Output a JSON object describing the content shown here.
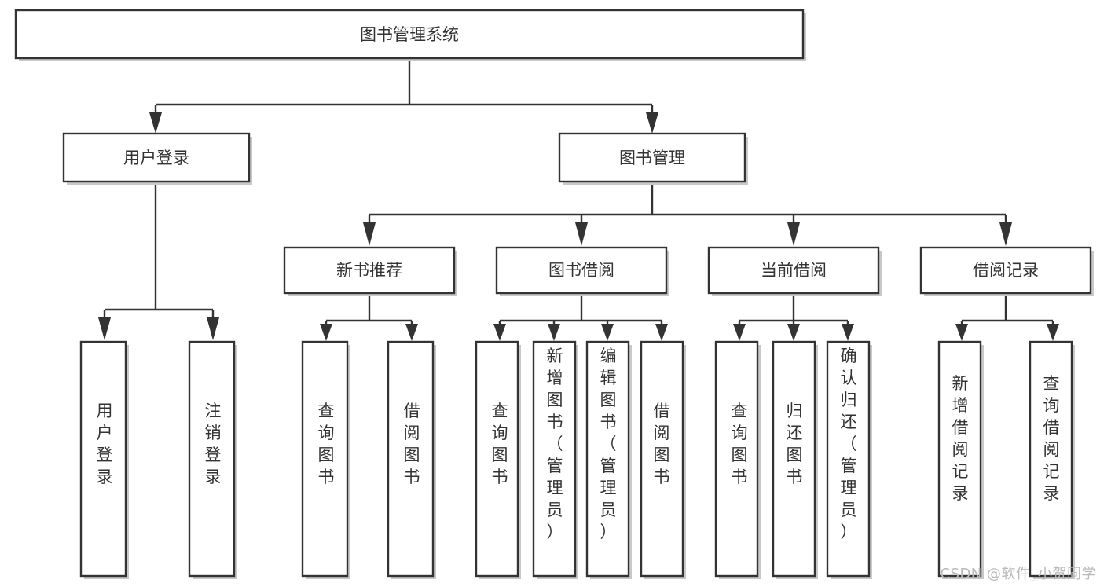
{
  "diagram": {
    "type": "tree",
    "title": "图书管理系统",
    "watermark": "CSDN @软件_小贺同学",
    "root": {
      "id": "root",
      "label": "图书管理系统",
      "orientation": "horizontal"
    },
    "level2": [
      {
        "id": "user-login",
        "label": "用户登录",
        "orientation": "horizontal"
      },
      {
        "id": "book-manage",
        "label": "图书管理",
        "orientation": "horizontal"
      }
    ],
    "level3": [
      {
        "id": "new-book-recommend",
        "label": "新书推荐",
        "orientation": "horizontal",
        "parent": "book-manage"
      },
      {
        "id": "book-borrow",
        "label": "图书借阅",
        "orientation": "horizontal",
        "parent": "book-manage"
      },
      {
        "id": "current-borrow",
        "label": "当前借阅",
        "orientation": "horizontal",
        "parent": "book-manage"
      },
      {
        "id": "borrow-record",
        "label": "借阅记录",
        "orientation": "horizontal",
        "parent": "book-manage"
      }
    ],
    "leaves": [
      {
        "id": "leaf-user-login",
        "parent": "user-login",
        "orientation": "vertical",
        "lines": [
          "用",
          "户",
          "登",
          "录"
        ],
        "label": "用户登录"
      },
      {
        "id": "leaf-user-logout",
        "parent": "user-login",
        "orientation": "vertical",
        "lines": [
          "注",
          "销",
          "登",
          "录"
        ],
        "label": "注销登录"
      },
      {
        "id": "leaf-recommend-query",
        "parent": "new-book-recommend",
        "orientation": "vertical",
        "lines": [
          "查",
          "询",
          "图",
          "书"
        ],
        "label": "查询图书"
      },
      {
        "id": "leaf-recommend-borrow",
        "parent": "new-book-recommend",
        "orientation": "vertical",
        "lines": [
          "借",
          "阅",
          "图",
          "书"
        ],
        "label": "借阅图书"
      },
      {
        "id": "leaf-borrow-query",
        "parent": "book-borrow",
        "orientation": "vertical",
        "lines": [
          "查",
          "询",
          "图",
          "书"
        ],
        "label": "查询图书"
      },
      {
        "id": "leaf-borrow-add",
        "parent": "book-borrow",
        "orientation": "vertical",
        "lines": [
          "新",
          "增",
          "图",
          "书",
          "（",
          "管",
          "理",
          "员",
          "）"
        ],
        "label": "新增图书（管理员）"
      },
      {
        "id": "leaf-borrow-edit",
        "parent": "book-borrow",
        "orientation": "vertical",
        "lines": [
          "编",
          "辑",
          "图",
          "书",
          "（",
          "管",
          "理",
          "员",
          "）"
        ],
        "label": "编辑图书（管理员）"
      },
      {
        "id": "leaf-borrow-lend",
        "parent": "book-borrow",
        "orientation": "vertical",
        "lines": [
          "借",
          "阅",
          "图",
          "书"
        ],
        "label": "借阅图书"
      },
      {
        "id": "leaf-current-query",
        "parent": "current-borrow",
        "orientation": "vertical",
        "lines": [
          "查",
          "询",
          "图",
          "书"
        ],
        "label": "查询图书"
      },
      {
        "id": "leaf-current-return",
        "parent": "current-borrow",
        "orientation": "vertical",
        "lines": [
          "归",
          "还",
          "图",
          "书"
        ],
        "label": "归还图书"
      },
      {
        "id": "leaf-current-confirm",
        "parent": "current-borrow",
        "orientation": "vertical",
        "lines": [
          "确",
          "认",
          "归",
          "还",
          "（",
          "管",
          "理",
          "员",
          "）"
        ],
        "label": "确认归还（管理员）"
      },
      {
        "id": "leaf-record-add",
        "parent": "borrow-record",
        "orientation": "vertical",
        "lines": [
          "新",
          "增",
          "借",
          "阅",
          "记",
          "录"
        ],
        "label": "新增借阅记录"
      },
      {
        "id": "leaf-record-query",
        "parent": "borrow-record",
        "orientation": "vertical",
        "lines": [
          "查",
          "询",
          "借",
          "阅",
          "记",
          "录"
        ],
        "label": "查询借阅记录"
      }
    ],
    "colors": {
      "stroke": "#333333",
      "fill": "#ffffff",
      "shadow": "#c9c9c9",
      "text": "#333333",
      "watermark": "#b9b9b9"
    }
  }
}
